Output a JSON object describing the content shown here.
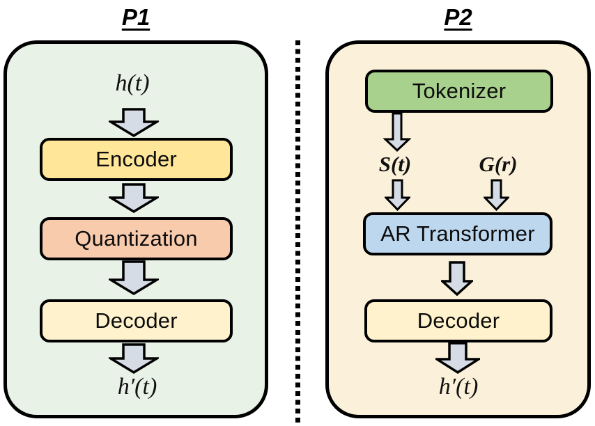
{
  "p1": {
    "title": "P1",
    "input_label": "h(t)",
    "encoder_label": "Encoder",
    "quantization_label": "Quantization",
    "decoder_label": "Decoder",
    "output_label": "h′(t)"
  },
  "p2": {
    "title": "P2",
    "tokenizer_label": "Tokenizer",
    "semantic_tokens_label": "S(t)",
    "global_tokens_label": "G(r)",
    "ar_transformer_label": "AR Transformer",
    "decoder_label": "Decoder",
    "output_label": "h′(t)"
  },
  "colors": {
    "panel_p1_bg": "#E9F2E7",
    "panel_p2_bg": "#FBF1DA",
    "encoder_fill": "#FFE699",
    "quantization_fill": "#F8CBAD",
    "decoder_fill": "#FFF2CC",
    "tokenizer_fill": "#A9D18E",
    "ar_transformer_fill": "#BDD7EE",
    "arrow_fill": "#D6DCE5",
    "outline": "#000000",
    "divider": "#000000"
  }
}
